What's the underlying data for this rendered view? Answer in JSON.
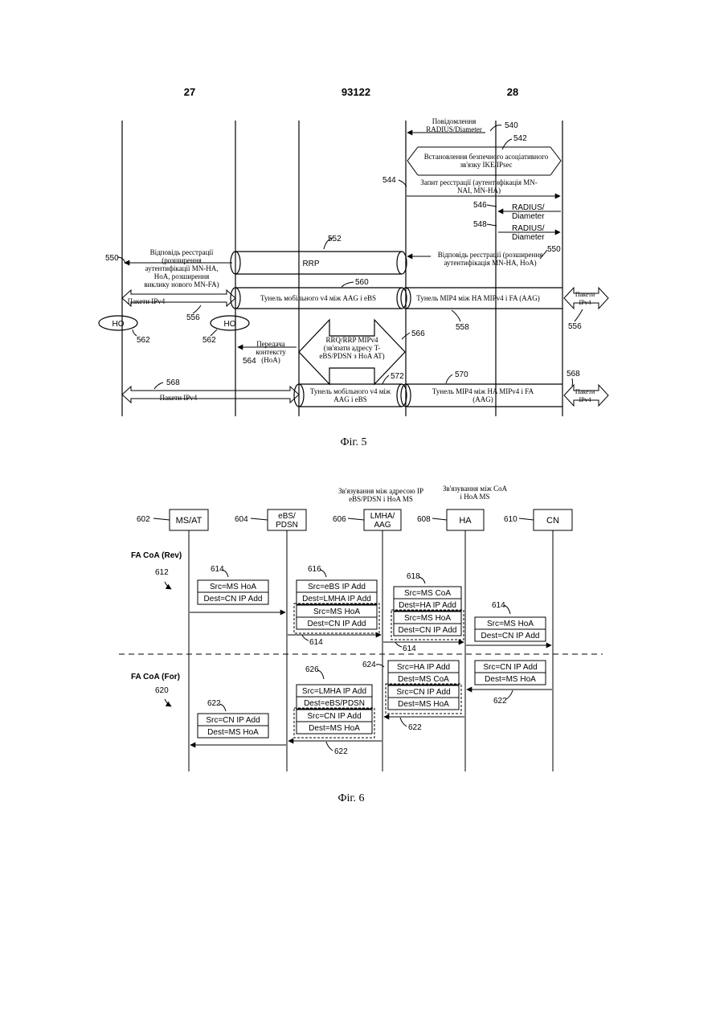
{
  "header": {
    "left_page": "27",
    "patent_number": "93122",
    "right_page": "28"
  },
  "fig5": {
    "caption": "Фіг. 5",
    "radius_msg": [
      "Повідомлення",
      "RADIUS/Diameter"
    ],
    "ref_540": "540",
    "ref_542": "542",
    "ike_label": [
      "Встановлення безпечного асоціативного",
      "зв'язку IKE/IPsec"
    ],
    "ref_544": "544",
    "reg_request": [
      "Запит реєстрації (аутентифікація MN-",
      "NAI, MN-HA)"
    ],
    "ref_546": "546",
    "radius1": [
      "RADIUS/",
      "Diameter"
    ],
    "ref_548": "548",
    "radius2": [
      "RADIUS/",
      "Diameter"
    ],
    "ref_552": "552",
    "rrp": "RRP",
    "ref_550_left": "550",
    "reg_reply_left": [
      "Відповідь реєстрації",
      "(розширення",
      "аутентифікації MN-HA,",
      "HoA, розширення",
      "виклику нового MN-FA)"
    ],
    "reg_reply_right": [
      "Відповідь реєстрації (розширення",
      "аутентифікація MN-HA, HoA)"
    ],
    "ref_550_right": "550",
    "ref_560": "560",
    "tunnel_mobile": "Тунель мобільного v4 між AAG і eBS",
    "tunnel_mip": "Тунель MIP4 між HA MIPv4 і FA (AAG)",
    "ipv4_packets": "Пакети IPv4",
    "ipv4_packets_right": [
      "Пакети",
      "IPv4"
    ],
    "ref_556a": "556",
    "ref_556b": "556",
    "ref_558": "558",
    "ho": "HO",
    "ho2": "HO",
    "ref_562a": "562",
    "ref_562b": "562",
    "context": [
      "Передача",
      "контексту",
      "(HoA)"
    ],
    "ref_564": "564",
    "rrq": [
      "RRQ/RRP MIPv4",
      "(зв'язати адресу T-",
      "eBS/PDSN з HoA AT)"
    ],
    "ref_566": "566",
    "ref_568a": "568",
    "ref_568b": "568",
    "ipv4_bottom": "Пакети IPv4",
    "ref_572": "572",
    "tunnel_mobile2": [
      "Тунель мобільного v4 між",
      "AAG і eBS"
    ],
    "ref_570": "570",
    "tunnel_mip2": [
      "Тунель MIP4 між HA MIPv4 і FA",
      "(AAG)"
    ],
    "ipv4_packets_right2": [
      "Пакети",
      "IPv4"
    ]
  },
  "fig6": {
    "caption": "Фіг. 6",
    "binding_ip": [
      "Зв'язування між адресою IP",
      "eBS/PDSN і HoA MS"
    ],
    "binding_coa": [
      "Зв'язування між CoA",
      "і HoA MS"
    ],
    "entities": [
      {
        "ref": "602",
        "label": [
          "MS/AT"
        ]
      },
      {
        "ref": "604",
        "label": [
          "eBS/",
          "PDSN"
        ]
      },
      {
        "ref": "606",
        "label": [
          "LMHA/",
          "AAG"
        ]
      },
      {
        "ref": "608",
        "label": [
          "HA"
        ]
      },
      {
        "ref": "610",
        "label": [
          "CN"
        ]
      }
    ],
    "rev_label": "FA CoA (Rev)",
    "ref_612": "612",
    "for_label": "FA CoA (For)",
    "ref_620": "620",
    "ref_614a": "614",
    "ref_614b": "614",
    "ref_614c": "614",
    "ref_614d": "614",
    "ref_616": "616",
    "ref_618": "618",
    "ref_624": "624",
    "ref_626": "626",
    "ref_622a": "622",
    "ref_622b": "622",
    "ref_622c": "622",
    "ref_622d": "622",
    "src_ms_hoa": "Src=MS HoA",
    "dest_cn_ip": "Dest=CN IP Add",
    "src_ebs_ip": "Src=eBS IP Add",
    "dest_lmha_ip": "Dest=LMHA IP Add",
    "src_ms_coa": "Src=MS CoA",
    "dest_ha_ip": "Dest=HA IP Add",
    "src_ha_ip": "Src=HA IP Add",
    "dest_ms_coa": "Dest=MS CoA",
    "src_cn_ip": "Src=CN IP Add",
    "dest_ms_hoa": "Dest=MS HoA",
    "src_lmha_ip": "Src=LMHA IP Add",
    "dest_ebs_pdsn": "Dest=eBS/PDSN"
  }
}
